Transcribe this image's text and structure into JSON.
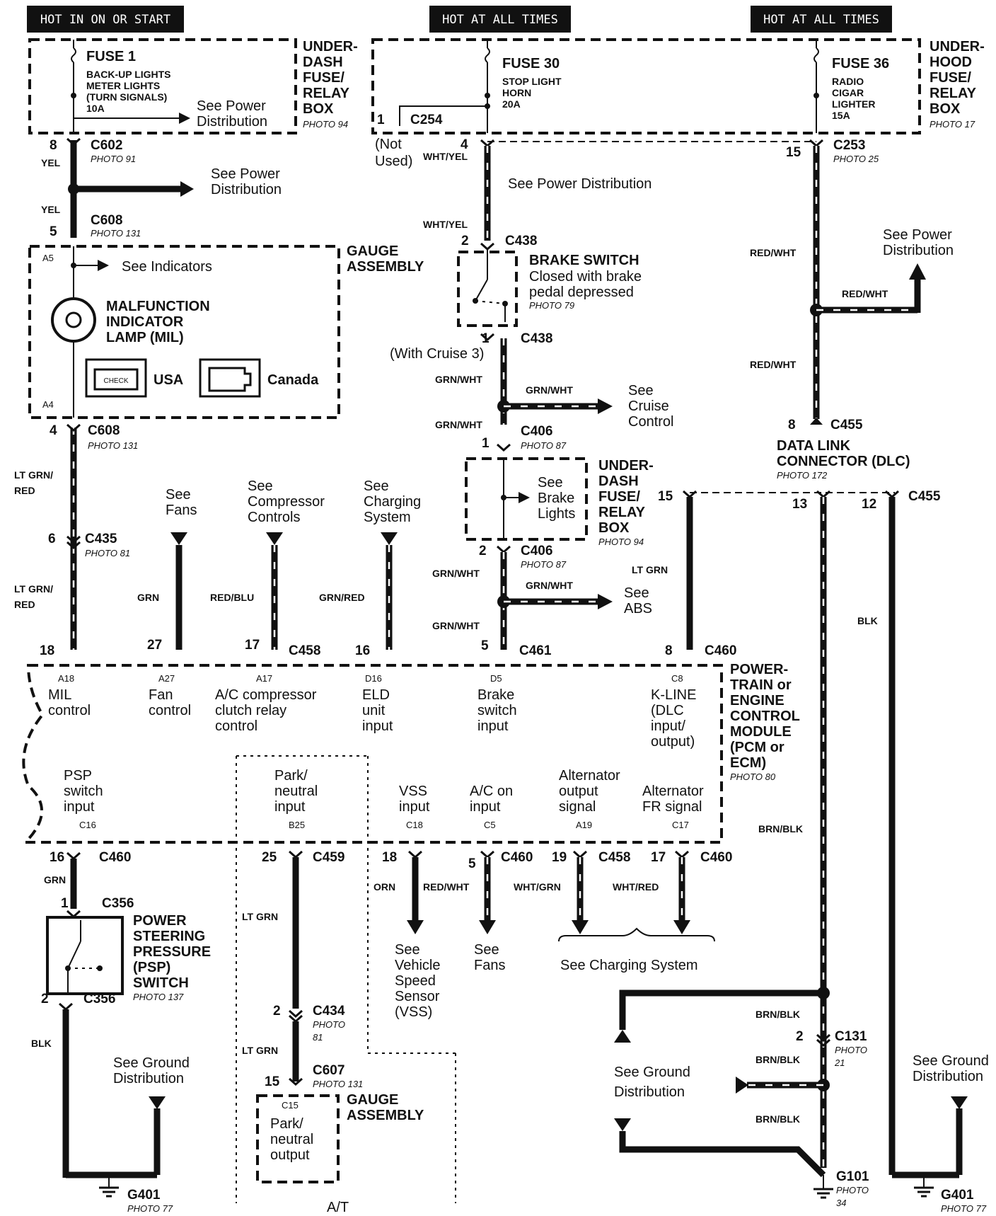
{
  "headers": {
    "hot_in_on_start": "HOT IN ON OR START",
    "hot_all_times_1": "HOT AT ALL TIMES",
    "hot_all_times_2": "HOT AT ALL TIMES"
  },
  "fuse1": {
    "name": "FUSE 1",
    "line1": "BACK-UP LIGHTS",
    "line2": "METER LIGHTS",
    "line3": "(TURN SIGNALS)",
    "rating": "10A",
    "see1": "See Power",
    "see2": "Distribution"
  },
  "underdash_box1": {
    "l1": "UNDER-",
    "l2": "DASH",
    "l3": "FUSE/",
    "l4": "RELAY",
    "l5": "BOX",
    "photo": "PHOTO 94"
  },
  "fuse30": {
    "name": "FUSE 30",
    "line1": "STOP LIGHT",
    "line2": "HORN",
    "rating": "20A"
  },
  "c254": {
    "pin": "1",
    "name": "C254",
    "not_used1": "(Not",
    "not_used2": "Used)"
  },
  "fuse36": {
    "name": "FUSE 36",
    "line1": "RADIO",
    "line2": "CIGAR",
    "line3": "LIGHTER",
    "rating": "15A"
  },
  "underhood_box": {
    "l1": "UNDER-",
    "l2": "HOOD",
    "l3": "FUSE/",
    "l4": "RELAY",
    "l5": "BOX",
    "photo": "PHOTO 17"
  },
  "left_col": {
    "c602_pin": "8",
    "c602": "C602",
    "c602_photo": "PHOTO 91",
    "yel1": "YEL",
    "yel2": "YEL",
    "see_pd1": "See Power",
    "see_pd2": "Distribution",
    "c608_pin": "5",
    "c608": "C608",
    "c608_photo": "PHOTO 131",
    "c608b_pin": "4",
    "c608b": "C608",
    "c608b_photo": "PHOTO 131",
    "ltgrn1a": "LT GRN/",
    "ltgrn1b": "RED",
    "c435_pin": "6",
    "c435": "C435",
    "c435_photo": "PHOTO 81",
    "ltgrn2a": "LT GRN/",
    "ltgrn2b": "RED",
    "pin18": "18"
  },
  "gauge1": {
    "l1": "GAUGE",
    "l2": "ASSEMBLY",
    "a5": "A5",
    "a4": "A4",
    "see_indicators": "See Indicators",
    "mil1": "MALFUNCTION",
    "mil2": "INDICATOR",
    "mil3": "LAMP (MIL)",
    "usa": "USA",
    "canada": "Canada",
    "check": "CHECK"
  },
  "mid_col": {
    "c253_pin": "4",
    "wht_yel1": "WHT/YEL",
    "see_pd": "See Power Distribution",
    "wht_yel2": "WHT/YEL",
    "c438_pin": "2",
    "c438": "C438",
    "brake1": "BRAKE SWITCH",
    "brake2": "Closed with brake",
    "brake3": "pedal depressed",
    "brake_photo": "PHOTO 79",
    "c438b_pin": "1",
    "c438b": "C438",
    "with_cruise": "(With Cruise 3)",
    "grnwht1": "GRN/WHT",
    "grnwht_branch": "GRN/WHT",
    "cruise1": "See",
    "cruise2": "Cruise",
    "cruise3": "Control",
    "grnwht2": "GRN/WHT",
    "c406_pin": "1",
    "c406": "C406",
    "c406_photo": "PHOTO 87",
    "brl1": "See",
    "brl2": "Brake",
    "brl3": "Lights",
    "ud2_l1": "UNDER-",
    "ud2_l2": "DASH",
    "ud2_l3": "FUSE/",
    "ud2_l4": "RELAY",
    "ud2_l5": "BOX",
    "ud2_photo": "PHOTO 94",
    "c406b_pin": "2",
    "c406b": "C406",
    "c406b_photo": "PHOTO 87",
    "grnwht3": "GRN/WHT",
    "grnwht_abs": "GRN/WHT",
    "abs1": "See",
    "abs2": "ABS",
    "grnwht4": "GRN/WHT",
    "c461_pin": "5",
    "c461": "C461"
  },
  "right_col": {
    "c253_pin": "15",
    "c253": "C253",
    "c253_photo": "PHOTO 25",
    "redwht1": "RED/WHT",
    "see_pd1": "See Power",
    "see_pd2": "Distribution",
    "redwht_branch": "RED/WHT",
    "redwht2": "RED/WHT",
    "c455_pin": "8",
    "c455": "C455",
    "dlc1": "DATA LINK",
    "dlc2": "CONNECTOR (DLC)",
    "dlc_photo": "PHOTO 172",
    "p15": "15",
    "p13": "13",
    "p12": "12",
    "c455b": "C455",
    "ltgrn": "LT GRN",
    "blk": "BLK",
    "c460_pin": "8",
    "c460": "C460"
  },
  "mid_branches": {
    "fans1": "See",
    "fans2": "Fans",
    "comp1": "See",
    "comp2": "Compressor",
    "comp3": "Controls",
    "chg1": "See",
    "chg2": "Charging",
    "chg3": "System",
    "grn": "GRN",
    "redblu": "RED/BLU",
    "grnred": "GRN/RED",
    "p27": "27",
    "p17": "17",
    "c458": "C458",
    "p16": "16"
  },
  "pcm": {
    "title1": "POWER-",
    "title2": "TRAIN or",
    "title3": "ENGINE",
    "title4": "CONTROL",
    "title5": "MODULE",
    "title6": "(PCM or",
    "title7": "ECM)",
    "photo": "PHOTO 80",
    "a18": "A18",
    "a18_1": "MIL",
    "a18_2": "control",
    "a27": "A27",
    "a27_1": "Fan",
    "a27_2": "control",
    "a17": "A17",
    "a17_1": "A/C compressor",
    "a17_2": "clutch relay",
    "a17_3": "control",
    "d16": "D16",
    "d16_1": "ELD",
    "d16_2": "unit",
    "d16_3": "input",
    "d5": "D5",
    "d5_1": "Brake",
    "d5_2": "switch",
    "d5_3": "input",
    "c8": "C8",
    "c8_1": "K-LINE",
    "c8_2": "(DLC",
    "c8_3": "input/",
    "c8_4": "output)",
    "c16": "C16",
    "c16_1": "PSP",
    "c16_2": "switch",
    "c16_3": "input",
    "b25": "B25",
    "b25_1": "Park/",
    "b25_2": "neutral",
    "b25_3": "input",
    "c18": "C18",
    "c18_1": "VSS",
    "c18_2": "input",
    "c5": "C5",
    "c5_1": "A/C on",
    "c5_2": "input",
    "a19": "A19",
    "a19_1": "Alternator",
    "a19_2": "output",
    "a19_3": "signal",
    "c17": "C17",
    "c17_1": "Alternator",
    "c17_2": "FR signal"
  },
  "bottom": {
    "c460a_pin": "16",
    "c460a": "C460",
    "grn": "GRN",
    "c356_pin": "1",
    "c356": "C356",
    "psp1": "POWER",
    "psp2": "STEERING",
    "psp3": "PRESSURE",
    "psp4": "(PSP)",
    "psp5": "SWITCH",
    "psp_photo": "PHOTO 137",
    "c356b_pin": "2",
    "c356b": "C356",
    "blk": "BLK",
    "sgd1": "See Ground",
    "sgd2": "Distribution",
    "g401": "G401",
    "g401_photo": "PHOTO 77",
    "c459_pin": "25",
    "c459": "C459",
    "ltgrn1": "LT GRN",
    "c434_pin": "2",
    "c434": "C434",
    "c434_photo1": "PHOTO",
    "c434_photo2": "81",
    "ltgrn2": "LT GRN",
    "c607_pin": "15",
    "c607": "C607",
    "c607_photo": "PHOTO 131",
    "c15": "C15",
    "pn1": "Park/",
    "pn2": "neutral",
    "pn3": "output",
    "g2_1": "GAUGE",
    "g2_2": "ASSEMBLY",
    "at": "A/T",
    "p18": "18",
    "p5": "5",
    "c460b": "C460",
    "orn": "ORN",
    "redwht": "RED/WHT",
    "vss1": "See",
    "vss2": "Vehicle",
    "vss3": "Speed",
    "vss4": "Sensor",
    "vss5": "(VSS)",
    "fans1": "See",
    "fans2": "Fans",
    "p19": "19",
    "c458": "C458",
    "p17": "17",
    "c460c": "C460",
    "whtgrn": "WHT/GRN",
    "whtred": "WHT/RED",
    "charging": "See Charging System",
    "brnblk1": "BRN/BLK",
    "brnblk2": "BRN/BLK",
    "brnblk3": "BRN/BLK",
    "brnblk4": "BRN/BLK",
    "c131_pin": "2",
    "c131": "C131",
    "c131_photo1": "PHOTO",
    "c131_photo2": "21",
    "sgd3": "See Ground",
    "sgd4": "Distribution",
    "g101": "G101",
    "g101_photo1": "PHOTO",
    "g101_photo2": "34",
    "sgd5": "See Ground",
    "sgd6": "Distribution",
    "g401b": "G401",
    "g401b_photo": "PHOTO 77"
  }
}
